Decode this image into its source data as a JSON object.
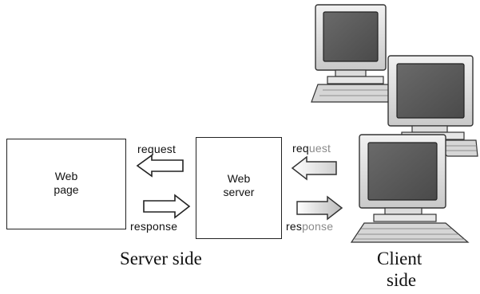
{
  "diagram": {
    "web_page_box": {
      "line1": "Web",
      "line2": "page"
    },
    "web_server_box": {
      "line1": "Web",
      "line2": "server"
    },
    "left_link": {
      "request_label": "request",
      "response_label": "response"
    },
    "right_link": {
      "request_label_dark": "req",
      "request_label_faded": "uest",
      "response_label_dark": "res",
      "response_label_faded": "ponse"
    },
    "captions": {
      "server_side": "Server side",
      "client_side_line1": "Client",
      "client_side_line2": "side"
    },
    "icons": {
      "computer": "desktop-computer-icon",
      "arrow_left": "outline-arrow-left-icon",
      "arrow_right": "outline-arrow-right-icon"
    }
  }
}
